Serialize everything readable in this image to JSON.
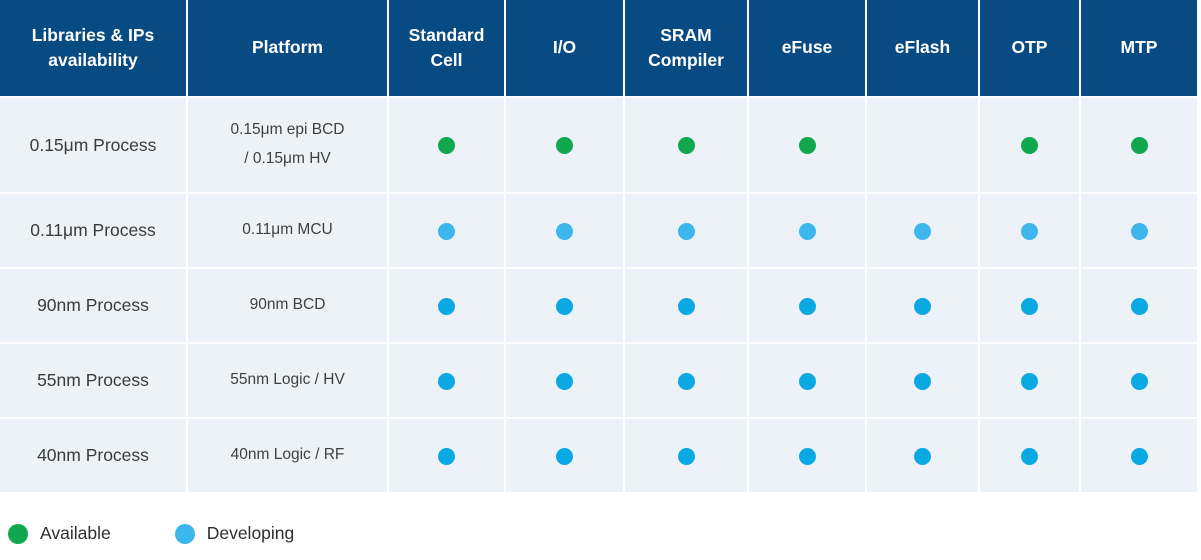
{
  "table": {
    "headers": [
      "Libraries  & IPs\navailability",
      "Platform",
      "Standard\nCell",
      "I/O",
      "SRAM\nCompiler",
      "eFuse",
      "eFlash",
      "OTP",
      "MTP"
    ],
    "rows": [
      {
        "process": "0.15μm Process",
        "platform": "0.15μm epi BCD\n/ 0.15μm HV",
        "cells": [
          "available",
          "available",
          "available",
          "available",
          "none",
          "available",
          "available"
        ]
      },
      {
        "process": "0.11μm Process",
        "platform": "0.11μm MCU",
        "cells": [
          "developing-light",
          "developing-light",
          "developing-light",
          "developing-light",
          "developing-light",
          "developing-light",
          "developing-light"
        ]
      },
      {
        "process": "90nm Process",
        "platform": "90nm BCD",
        "cells": [
          "developing",
          "developing",
          "developing",
          "developing",
          "developing",
          "developing",
          "developing"
        ]
      },
      {
        "process": "55nm Process",
        "platform": "55nm Logic / HV",
        "cells": [
          "developing",
          "developing",
          "developing",
          "developing",
          "developing",
          "developing",
          "developing"
        ]
      },
      {
        "process": "40nm Process",
        "platform": "40nm Logic / RF",
        "cells": [
          "developing",
          "developing",
          "developing",
          "developing",
          "developing",
          "developing",
          "developing"
        ]
      }
    ]
  },
  "legend": {
    "items": [
      {
        "status": "available",
        "label": "Available"
      },
      {
        "status": "developing-light",
        "label": "Developing"
      }
    ]
  },
  "colors": {
    "header-bg": "#084a82",
    "header-text": "#ffffff",
    "row-bg": "#edf2f9",
    "available": "#10a74e",
    "developing": "#0aa9e3",
    "developing-light": "#3db6ec",
    "text": "#3b3b3b"
  }
}
